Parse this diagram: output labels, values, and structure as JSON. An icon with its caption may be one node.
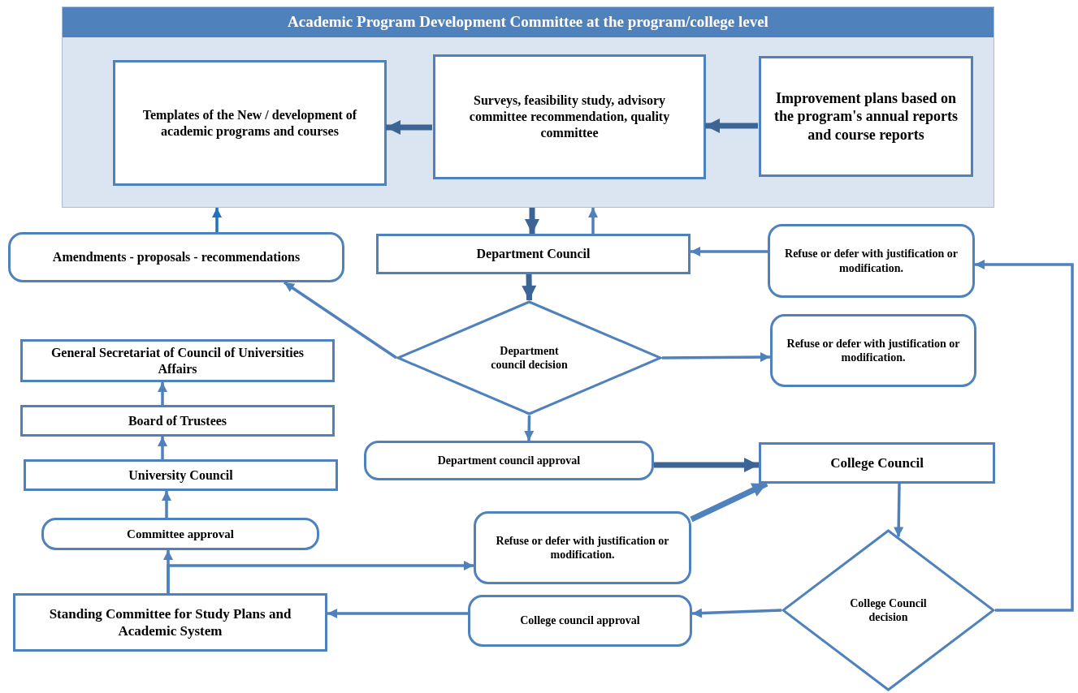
{
  "diagram": {
    "nodes": [
      {
        "text": [
          "Academic Program Development Committee at the program/college level"
        ]
      },
      {
        "text": [
          "Templates of the New / development of academic programs and courses"
        ],
        "in": 0
      },
      {
        "text": [
          "Surveys, feasibility study, advisory committee recommendation, quality committee"
        ],
        "in": 0
      },
      {
        "text": [
          "Improvement plans based on the program's annual reports and course reports"
        ],
        "in": 0
      },
      {
        "text": [
          "Amendments - proposals - recommendations"
        ]
      },
      {
        "text": [
          "Department Council"
        ]
      },
      {
        "text": [
          "Refuse or defer with justification or modification."
        ]
      },
      {
        "text": [
          "Department council decision"
        ]
      },
      {
        "text": [
          "Refuse or defer with justification or modification."
        ]
      },
      {
        "text": [
          "General Secretariat of Council of Universities Affairs"
        ]
      },
      {
        "text": [
          "Board of Trustees"
        ]
      },
      {
        "text": [
          "University Council"
        ]
      },
      {
        "text": [
          "Department council approval"
        ]
      },
      {
        "text": [
          "College Council"
        ]
      },
      {
        "text": [
          "Committee approval"
        ]
      },
      {
        "text": [
          "Refuse or defer with justification or modification."
        ]
      },
      {
        "text": [
          "Standing Committee for Study Plans and Academic System"
        ]
      },
      {
        "text": [
          "College council approval"
        ]
      },
      {
        "text": [
          "College Council decision"
        ]
      }
    ],
    "edges": [
      {
        "from": 3,
        "to": 2,
        "arrow": "to",
        "style": "thick",
        "color": "#3c6595"
      },
      {
        "from": 2,
        "to": 1,
        "arrow": "to",
        "style": "thick",
        "color": "#3c6595"
      },
      {
        "from": 0,
        "to": 5,
        "arrow": "to",
        "style": "thick",
        "color": "#3c6595"
      },
      {
        "from": 5,
        "to": 0,
        "arrow": "to"
      },
      {
        "from": 4,
        "to": 0,
        "arrow": "to",
        "color": "#1f72c4"
      },
      {
        "from": 6,
        "to": 5,
        "arrow": "to"
      },
      {
        "from": 5,
        "to": 7,
        "arrow": "to",
        "style": "thick",
        "color": "#3c6595"
      },
      {
        "from": 7,
        "to": 4,
        "arrow": "to"
      },
      {
        "from": 7,
        "to": 8,
        "arrow": "to"
      },
      {
        "from": 7,
        "to": 12,
        "arrow": "to"
      },
      {
        "from": 12,
        "to": 13,
        "arrow": "to",
        "style": "thick",
        "color": "#3c6595"
      },
      {
        "from": 13,
        "to": 18,
        "arrow": "to"
      },
      {
        "from": 18,
        "to": 17,
        "arrow": "to"
      },
      {
        "from": 18,
        "to": 6,
        "arrow": "to"
      },
      {
        "from": 17,
        "to": 16,
        "arrow": "to"
      },
      {
        "from": 16,
        "to": 14,
        "arrow": "to"
      },
      {
        "from": 16,
        "to": 15,
        "arrow": "to"
      },
      {
        "from": 15,
        "to": 13,
        "arrow": "to",
        "style": "thick"
      },
      {
        "from": 14,
        "to": 11,
        "arrow": "to"
      },
      {
        "from": 11,
        "to": 10,
        "arrow": "to"
      },
      {
        "from": 10,
        "to": 9,
        "arrow": "to"
      }
    ]
  }
}
